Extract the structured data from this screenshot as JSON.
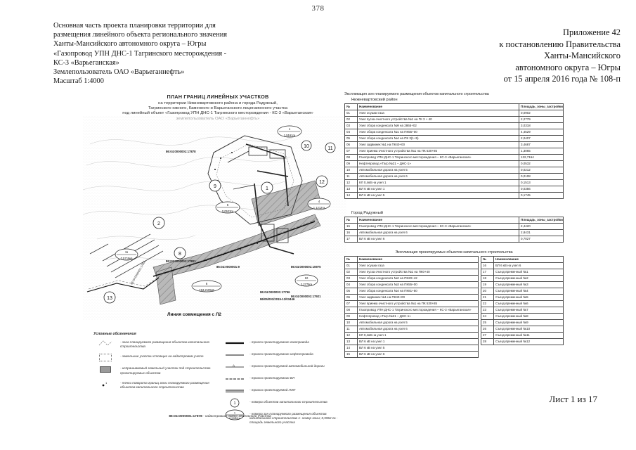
{
  "page_number": "378",
  "header": {
    "left_lines": [
      "Основная часть проекта планировки территории для",
      "размещения линейного объекта регионального значения",
      "Ханты-Мансийского автономного округа – Югры",
      "«Газопровод УПН ДНС-1 Тагринского месторождения -",
      "КС-3 «Варьеганская»",
      "Землепользователь ОАО «Варьеганнефть»",
      "Масштаб 1:4000"
    ],
    "right_lines": [
      "Приложение  42",
      "к постановлению Правительства",
      "Ханты-Мансийского",
      "автономного округа  – Югры",
      "от 15 апреля 2016 года № 108-п"
    ]
  },
  "map": {
    "title": "ПЛАН ГРАНИЦ ЛИНЕЙНЫХ УЧАСТКОВ",
    "subtitle_lines": [
      "на территории Нижневартовского района и города Радужный,",
      "Тагринского южного, Каменного и Варьеганского лицензионного участка",
      "под линейный объект «Газопровод УПН ДНС-1 Тагринского месторождения - КС-3 «Варьеганская»",
      "землепользователь ОАО «Варьеганнефть»"
    ],
    "cadastral_labels": [
      "86:04:0000001:17878",
      "86:04:0000001:17801",
      "86:04:0000001:17756",
      "86:04:0000001:17801",
      "86:04:0000001:10975",
      "86:04:0000001:17921",
      "86:04:0000001:9",
      "86/05/001/2015-12/03446"
    ],
    "plot_markers": [
      {
        "id": "1",
        "area": ""
      },
      {
        "id": "2",
        "area": ""
      },
      {
        "id": "8",
        "area": ""
      },
      {
        "id": "9",
        "area": ""
      },
      {
        "id": "12",
        "area": ""
      },
      {
        "id": "13",
        "area": ""
      }
    ],
    "area_markers": [
      {
        "num": "1",
        "value": "1,5161га"
      },
      {
        "num": "5",
        "value": "0,0523га"
      },
      {
        "num": "6",
        "value": "194,2105кв"
      },
      {
        "num": "11",
        "value": "0,5719кв"
      },
      {
        "num": "10",
        "value": "2,2779га"
      },
      {
        "num": "4",
        "value": "1,1212га"
      }
    ],
    "alignment_note": "Линия совмещения с Л2"
  },
  "legend": {
    "title": "Условные обозначения",
    "left_items": [
      {
        "symbol": "zone-dashed",
        "text": "- зона планируемого размещения объектов капитального строительства"
      },
      {
        "symbol": "zone-dotted",
        "text": "- земельные участки стоящие на кадастровом учете"
      },
      {
        "symbol": "hatch-fill",
        "text": "- испрашиваемый земельный участок под строительство проектируемых объектов"
      },
      {
        "symbol": "corner-point",
        "text": "- точки поворота границ зоны планируемого размещения объектов капитального строительства"
      }
    ],
    "right_items": [
      {
        "symbol": "line-solid-thick",
        "text": "- трасса проектируемого газопровода"
      },
      {
        "symbol": "line-solid-thin",
        "text": "- трасса проектируемого нефтепровода"
      },
      {
        "symbol": "line-road",
        "text": "- трасса проектируемой автомобильной дороги"
      },
      {
        "symbol": "line-dashdot",
        "text": "- трасса проектируемого ВЛ"
      },
      {
        "symbol": "line-double",
        "text": "- трасса проектируемой ЛЭП"
      },
      {
        "symbol": "circle-number",
        "text": "- номера объектов капитального строительства"
      },
      {
        "symbol": "circle-fraction",
        "text": "- номера зон планируемого размещения объектов капитального строительства 1- номер зоны; 0,5962 га - площадь земельного участка"
      }
    ],
    "cadastral_legend_code": "86:04:0000001:17878",
    "cadastral_legend_text": "- кадастровый номер земельного участка"
  },
  "tables": {
    "t1": {
      "caption": "Экспликация зон планируемого размещения объектов капитального строительства",
      "subtitle": "Нижневартовский район",
      "headers": [
        "№",
        "Наименование",
        "Площадь_зоны_застройки_га"
      ],
      "rows": [
        [
          "01",
          "Узел осушки газа",
          "0,0902"
        ],
        [
          "02",
          "Узел пуска очистного устройства №1 на ГК 3 + 40",
          "2,2779"
        ],
        [
          "03",
          "Узел сбора конденсата №9 на 2865+02",
          "3,0318"
        ],
        [
          "04",
          "Узел сбора конденсата №1 на ПК55+00",
          "4,4529"
        ],
        [
          "05",
          "Узел сбора конденсата №4 на ПК 3(1+5)",
          "2,0407"
        ],
        [
          "06",
          "Узел задвижек №1 на ПК40+00",
          "3,4687"
        ],
        [
          "07",
          "Узел приема очистного устройства №1 на ПК 530+85",
          "1,3065"
        ],
        [
          "08",
          "Газопровод УПН ДНС-1 Тагринского месторождения – КС-3 «Варьеганская»",
          "132,7164"
        ],
        [
          "09",
          "Нефтепровод «Тагр.№21 – ДНС-1»",
          "0,0532"
        ],
        [
          "10",
          "Автомобильная дорога на узел 5",
          "0,0212"
        ],
        [
          "11",
          "Автомобильная дорога на узел 6",
          "0,0108"
        ],
        [
          "12",
          "КЛ 0,4кВ на узел 1",
          "0,1513"
        ],
        [
          "13",
          "ВЛ 6 кВ на узел 1",
          "0,0356"
        ],
        [
          "14",
          "ВЛ 6 кВ на узел 5",
          "0,1745"
        ]
      ]
    },
    "t2": {
      "subtitle": "Город Радужный",
      "headers": [
        "№",
        "Наименование",
        "Площадь_зоны_застройки_га"
      ],
      "rows": [
        [
          "15",
          "Газопровод УПН ДНС-1 Тагринского месторождения – КС-3 «Варьеганская»",
          "2,4420"
        ],
        [
          "16",
          "Автомобильная дорога на узел 6",
          "2,8431"
        ],
        [
          "17",
          "ВЛ 6 кВ на узел 6",
          "0,7027"
        ]
      ]
    },
    "t3": {
      "caption": "Экспликация проектируемых объектов капитального строительства",
      "headers_left": [
        "№",
        "Наименование"
      ],
      "headers_right": [
        "№",
        "Наименование"
      ],
      "rows_left": [
        [
          "01",
          "Узел осушки газа"
        ],
        [
          "02",
          "Узел пуска очистного устройства №1 на ПК0+40"
        ],
        [
          "03",
          "Узел сбора конденсата №2 на ПК20+42"
        ],
        [
          "04",
          "Узел сбора конденсата №3 на ПК55+00"
        ],
        [
          "05",
          "Узел сбора конденсата №4 на ПК81+50"
        ],
        [
          "06",
          "Узел задвижек №1 на ПК40+00"
        ],
        [
          "07",
          "Узел приема очистного устройства №1 на ПК 530+85"
        ],
        [
          "08",
          "Газопровод УПН ДНС-1 Тагринского месторождения – КС-3 «Варьеганская»"
        ],
        [
          "09",
          "Нефтепровод «Тагр.№21 – ДНС-1»"
        ],
        [
          "10",
          "Автомобильная дорога на узел 5"
        ],
        [
          "11",
          "Автомобильная дорога на узел 6"
        ],
        [
          "12",
          "КЛ 0,4кВ на узел 1"
        ],
        [
          "13",
          "ВЛ 6 кВ на узел 1"
        ],
        [
          "14",
          "ВЛ 6 кВ на узел 5"
        ],
        [
          "15",
          "ВЛ 6 кВ на узел 6"
        ]
      ],
      "rows_right": [
        [
          "16",
          "ВЛ 6 кВ на узел 6"
        ],
        [
          "17",
          "Съезд временный №1"
        ],
        [
          "18",
          "Съезд временный №2"
        ],
        [
          "19",
          "Съезд временный №3"
        ],
        [
          "20",
          "Съезд временный №4"
        ],
        [
          "21",
          "Съезд временный №5"
        ],
        [
          "22",
          "Съезд временный №6"
        ],
        [
          "23",
          "Съезд временный №7"
        ],
        [
          "24",
          "Съезд временный №8"
        ],
        [
          "25",
          "Съезд временный №9"
        ],
        [
          "26",
          "Съезд временный №10"
        ],
        [
          "27",
          "Съезд временный №11"
        ],
        [
          "28",
          "Съезд временный №12"
        ]
      ]
    }
  },
  "footer": {
    "sheet": "Лист 1 из 17"
  }
}
